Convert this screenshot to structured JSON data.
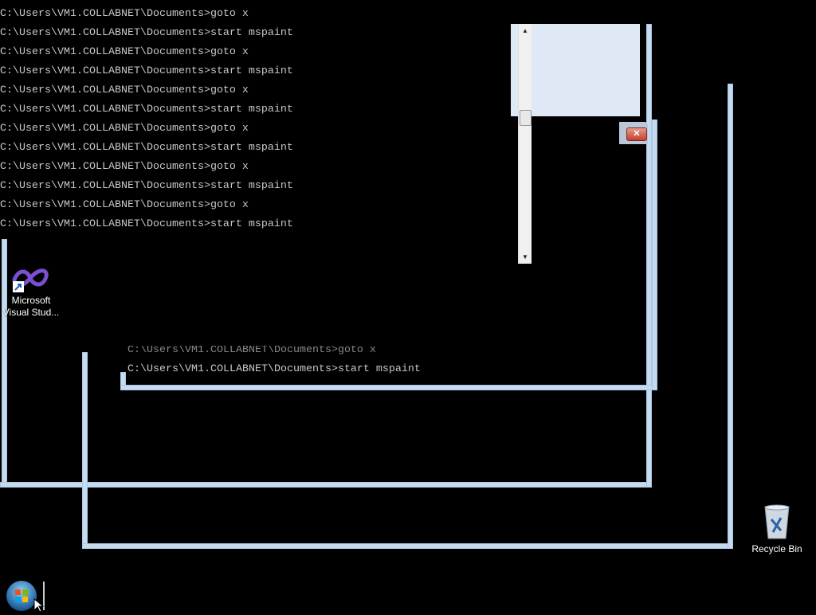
{
  "console": {
    "lines": [
      "C:\\Users\\VM1.COLLABNET\\Documents>goto x",
      "C:\\Users\\VM1.COLLABNET\\Documents>start mspaint",
      "C:\\Users\\VM1.COLLABNET\\Documents>goto x",
      "C:\\Users\\VM1.COLLABNET\\Documents>start mspaint",
      "C:\\Users\\VM1.COLLABNET\\Documents>goto x",
      "C:\\Users\\VM1.COLLABNET\\Documents>start mspaint",
      "C:\\Users\\VM1.COLLABNET\\Documents>goto x",
      "C:\\Users\\VM1.COLLABNET\\Documents>start mspaint",
      "C:\\Users\\VM1.COLLABNET\\Documents>goto x",
      "C:\\Users\\VM1.COLLABNET\\Documents>start mspaint",
      "C:\\Users\\VM1.COLLABNET\\Documents>goto x",
      "C:\\Users\\VM1.COLLABNET\\Documents>start mspaint"
    ],
    "ghost_lines": [
      "C:\\Users\\VM1.COLLABNET\\Documents>goto x",
      "C:\\Users\\VM1.COLLABNET\\Documents>start mspaint"
    ]
  },
  "desktop": {
    "vs_label": "Microsoft Visual Stud...",
    "recycle_label": "Recycle Bin"
  },
  "close_glyph": "✕"
}
